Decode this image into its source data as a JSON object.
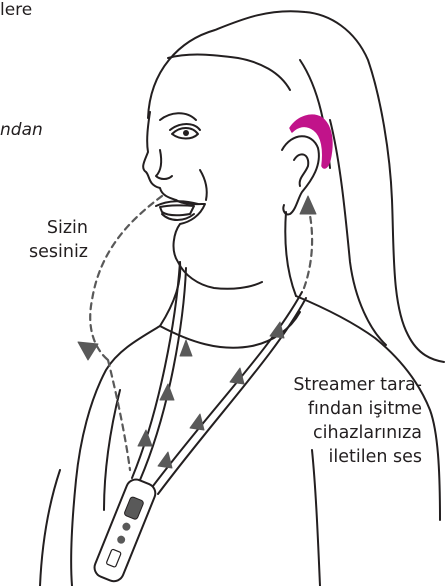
{
  "fragments": {
    "top": "lere",
    "italic": "ndan"
  },
  "labels": {
    "own_voice": [
      "Sizin",
      "sesiniz"
    ],
    "streamer_audio": [
      "Streamer tara-",
      "fından işitme",
      "cihazlarınıza",
      "iletilen ses"
    ]
  },
  "colors": {
    "outline": "#231f20",
    "hearing_aid": "#c1138a",
    "arrows": "#595959"
  },
  "icons": {
    "hearing_aid": "behind-the-ear-hearing-aid-icon",
    "streamer": "streamer-device-icon"
  }
}
